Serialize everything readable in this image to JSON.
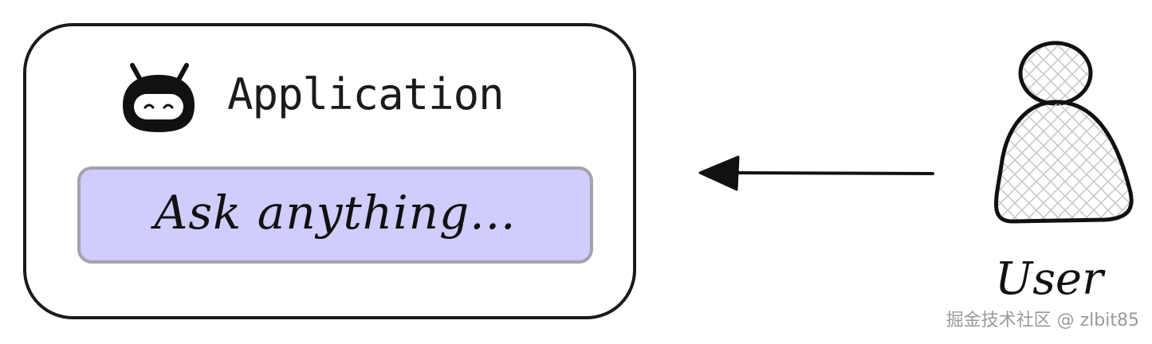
{
  "application": {
    "title": "Application",
    "icon": "robot-icon",
    "input_placeholder": "Ask anything..."
  },
  "user": {
    "label": "User",
    "icon": "person-icon"
  },
  "arrow": {
    "direction": "left",
    "from": "User",
    "to": "Application"
  },
  "watermark": {
    "text": "掘金技术社区 @ zlbit85"
  },
  "colors": {
    "outline": "#1b1b1b",
    "input_fill": "#d0ccfb",
    "input_border": "#a3a2ac",
    "background": "#ffffff",
    "watermark": "#9a9a9a"
  }
}
